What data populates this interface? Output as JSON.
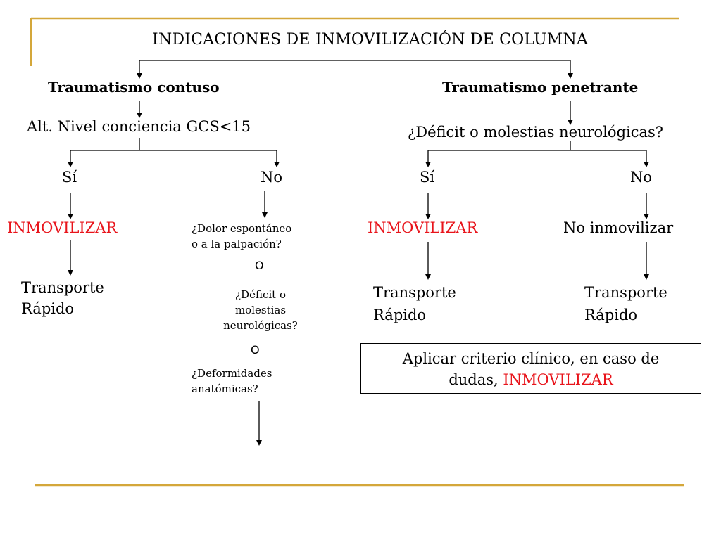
{
  "title": "INDICACIONES DE INMOVILIZACIÓN DE COLUMNA",
  "left": {
    "header": "Traumatismo contuso",
    "condition": "Alt. Nivel conciencia GCS<15",
    "yes": "Sí",
    "no": "No",
    "yes_action": "INMOVILIZAR",
    "yes_result_1": "Transporte",
    "yes_result_2": "Rápido",
    "no_q1_line1": "¿Dolor espontáneo",
    "no_q1_line2": "o a la palpación?",
    "or_1": "O",
    "no_q2_line1": "¿Déficit o",
    "no_q2_line2": "molestias",
    "no_q2_line3": "neurológicas?",
    "or_2": "O",
    "no_q3_line1": "¿Deformidades",
    "no_q3_line2": "anatómicas?"
  },
  "right": {
    "header": "Traumatismo penetrante",
    "condition": "¿Déficit o molestias neurológicas?",
    "yes": "Sí",
    "no": "No",
    "yes_action": "INMOVILIZAR",
    "no_action": "No inmovilizar",
    "yes_result_1": "Transporte",
    "yes_result_2": "Rápido",
    "no_result_1": "Transporte",
    "no_result_2": "Rápido"
  },
  "note": {
    "line1": "Aplicar criterio clínico, en caso de",
    "line2_prefix": "dudas, ",
    "line2_highlight": "INMOVILIZAR"
  },
  "colors": {
    "accent_gold": "#d4a73a",
    "highlight_red": "#e8141b"
  }
}
